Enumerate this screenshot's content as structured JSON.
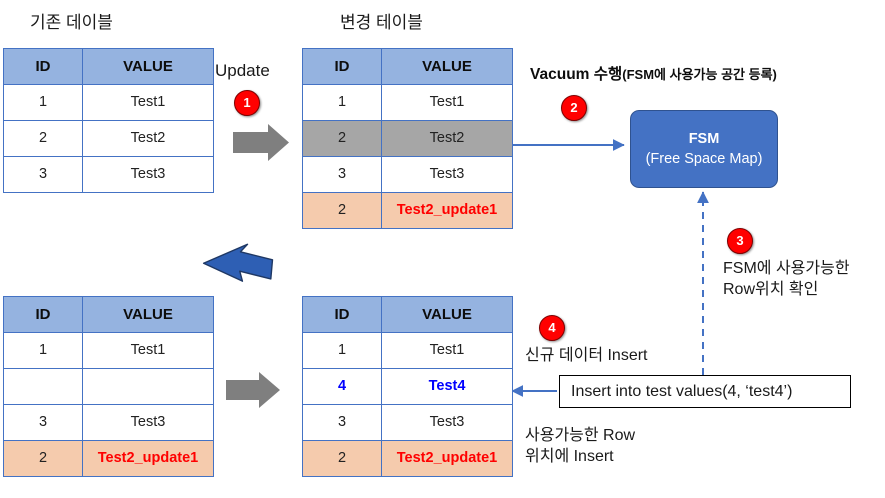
{
  "labels": {
    "table_before_title": "기존 데이블",
    "table_after_title": "변경 테이블",
    "update_label": "Update",
    "vacuum_main": "Vacuum 수행",
    "vacuum_paren": "(FSM에 사용가능 공간 등록)",
    "step3_text_line1": "FSM에 사용가능한",
    "step3_text_line2": "Row위치 확인",
    "step4_text": "신규 데이터 Insert",
    "insert_note_line1": "사용가능한 Row",
    "insert_note_line2": "위치에 Insert",
    "sql_statement": "Insert into test values(4, ‘test4’)"
  },
  "steps": {
    "one": "1",
    "two": "2",
    "three": "3",
    "four": "4"
  },
  "fsm": {
    "title": "FSM",
    "subtitle": "(Free Space Map)"
  },
  "columns": [
    "ID",
    "VALUE"
  ],
  "tables": {
    "before": {
      "name": "기존 데이블",
      "rows": [
        {
          "id": "1",
          "value": "Test1",
          "style": "normal",
          "value_style": "normal"
        },
        {
          "id": "2",
          "value": "Test2",
          "style": "normal",
          "value_style": "normal"
        },
        {
          "id": "3",
          "value": "Test3",
          "style": "normal",
          "value_style": "normal"
        }
      ]
    },
    "after": {
      "name": "변경 테이블",
      "rows": [
        {
          "id": "1",
          "value": "Test1",
          "style": "normal",
          "value_style": "normal"
        },
        {
          "id": "2",
          "value": "Test2",
          "style": "gray",
          "value_style": "normal"
        },
        {
          "id": "3",
          "value": "Test3",
          "style": "normal",
          "value_style": "normal"
        },
        {
          "id": "2",
          "value": "Test2_update1",
          "style": "peach",
          "value_style": "red"
        }
      ]
    },
    "vacuumed": {
      "rows": [
        {
          "id": "1",
          "value": "Test1",
          "style": "normal",
          "value_style": "normal"
        },
        {
          "id": "",
          "value": "",
          "style": "normal",
          "value_style": "normal"
        },
        {
          "id": "3",
          "value": "Test3",
          "style": "normal",
          "value_style": "normal"
        },
        {
          "id": "2",
          "value": "Test2_update1",
          "style": "peach",
          "value_style": "red"
        }
      ]
    },
    "inserted": {
      "rows": [
        {
          "id": "1",
          "value": "Test1",
          "style": "normal",
          "value_style": "normal"
        },
        {
          "id": "4",
          "value": "Test4",
          "style": "normal",
          "value_style": "blue"
        },
        {
          "id": "3",
          "value": "Test3",
          "style": "normal",
          "value_style": "normal"
        },
        {
          "id": "2",
          "value": "Test2_update1",
          "style": "peach",
          "value_style": "red"
        }
      ]
    }
  },
  "colors": {
    "header_blue": "#95B3E0",
    "border_blue": "#4472C4",
    "row_gray": "#A6A6A6",
    "row_peach": "#F5CBAD",
    "accent_red": "#FF0000",
    "accent_blue": "#0000FF",
    "fsm_fill": "#4472C4",
    "arrow_gray": "#7F7F7F"
  }
}
